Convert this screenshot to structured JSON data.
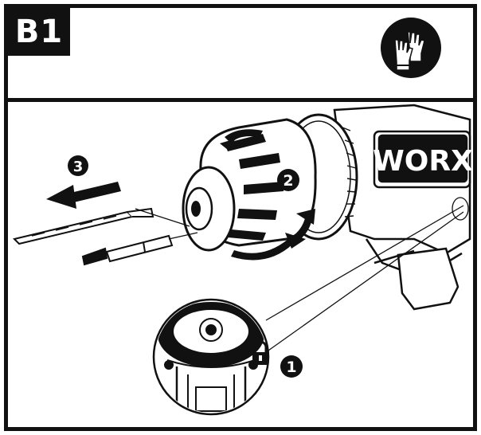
{
  "step": {
    "label": "B1"
  },
  "brand": {
    "text": "WORX"
  },
  "callouts": [
    {
      "number": "1"
    },
    {
      "number": "2"
    },
    {
      "number": "3"
    }
  ],
  "icons": {
    "ppe": "gloves-icon",
    "lock": "lock-icon"
  },
  "colors": {
    "ink": "#111111",
    "paper": "#ffffff"
  }
}
